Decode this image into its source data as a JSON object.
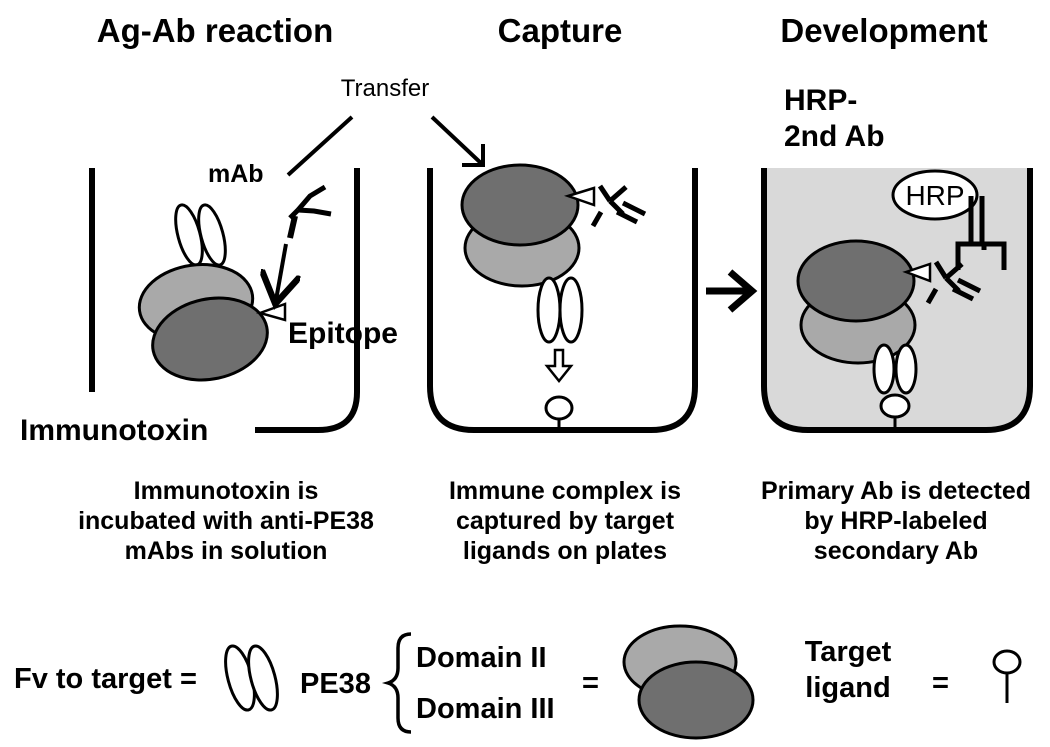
{
  "headings": {
    "step1": "Ag-Ab reaction",
    "step2": "Capture",
    "step3": "Development"
  },
  "labels": {
    "transfer": "Transfer",
    "mab": "mAb",
    "epitope": "Epitope",
    "immunotoxin": "Immunotoxin",
    "hrp_2nd_ab_line1": "HRP-",
    "hrp_2nd_ab_line2": "2nd Ab",
    "hrp": "HRP"
  },
  "captions": {
    "step1": [
      "Immunotoxin is",
      "incubated with anti-PE38",
      "mAbs in solution"
    ],
    "step2": [
      "Immune complex is",
      "captured by target",
      "ligands on plates"
    ],
    "step3": [
      "Primary Ab is detected",
      "by HRP-labeled",
      "secondary Ab"
    ]
  },
  "legend": {
    "fv": "Fv to target =",
    "pe38": "PE38",
    "domain2": "Domain II",
    "domain3": "Domain III",
    "equals": "=",
    "target_line1": "Target",
    "target_line2": "ligand",
    "equals2": "="
  },
  "colors": {
    "domain_ii": "#a9a9a9",
    "domain_iii": "#6f6f6f",
    "well_fill": "#d9d9d9",
    "stroke": "#000000"
  }
}
